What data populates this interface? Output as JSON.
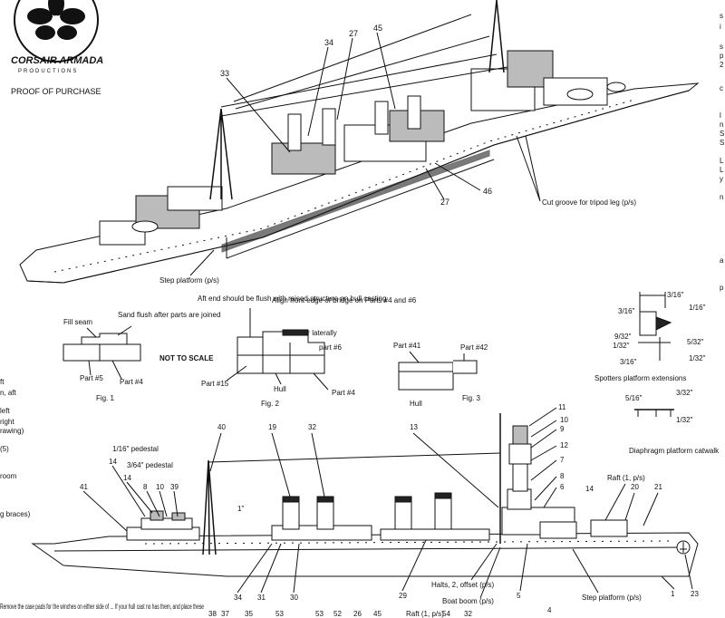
{
  "brand": {
    "name": "CORSAIR ARMADA",
    "sub": "PRODUCTIONS",
    "proof": "PROOF OF PURCHASE"
  },
  "top_view": {
    "callouts": [
      "34",
      "27",
      "45",
      "33",
      "46",
      "27"
    ],
    "cut_groove": "Cut groove for tripod leg (p/s)",
    "step_platform": "Step platform (p/s)"
  },
  "fig1": {
    "fill_seam": "Fill seam",
    "sand_flush": "Sand flush after parts are joined",
    "part5": "Part #5",
    "part4": "Part #4",
    "caption": "Fig. 1"
  },
  "not_to_scale": "NOT TO SCALE",
  "fig2": {
    "aft_end": "Aft end should be flush with raised structure on hull casting",
    "align": "Align front edge of bridge on Parts #4 and #6",
    "center": "Center laterally",
    "part6": "part #6",
    "part15": "Part #15",
    "hull": "Hull",
    "part4": "Part #4",
    "caption": "Fig. 2"
  },
  "fig3": {
    "part41": "Part #41",
    "part42": "Part #42",
    "hull": "Hull",
    "caption": "Fig. 3"
  },
  "spotters": {
    "d1": "3/16\"",
    "d2": "3/16\"",
    "d3": "1/16\"",
    "d4": "9/32\"",
    "d5": "5/32\"",
    "d6": "1/32\"",
    "d7": "1/32\"",
    "d8": "3/16\"",
    "title": "Spotters platform extensions",
    "d9": "5/16\"",
    "d10": "3/32\"",
    "d11": "1/32\""
  },
  "left_fragments": [
    "ft",
    "n, aft",
    "left",
    "right",
    "rawing)",
    "(5)",
    "room",
    "g braces)"
  ],
  "right_fragments": [
    "s",
    "i",
    "s",
    "p",
    "2",
    "c",
    "l",
    "n",
    "S",
    "S",
    "L",
    "L",
    "y",
    "n",
    "a",
    "p"
  ],
  "side_view": {
    "top_callouts": [
      "40",
      "19",
      "32",
      "13",
      "11",
      "10",
      "9",
      "12",
      "7",
      "8",
      "6",
      "14"
    ],
    "left_callouts": [
      "14",
      "14",
      "8",
      "10",
      "39",
      "41"
    ],
    "pedestal1": "1/16\" pedestal",
    "pedestal2": "3/64\" pedestal",
    "one_inch": "1\"",
    "diaphragm": "Diaphragm platform catwalk",
    "raft_top": "Raft (1, p/s)",
    "raft_nums": [
      "20",
      "21"
    ],
    "bottom_callouts": [
      "34",
      "31",
      "30",
      "29",
      "5",
      "1",
      "23"
    ],
    "halts": "Halts, 2, offset (p/s)",
    "boat_boom": "Boat boom (p/s)",
    "step_platform": "Step platform (p/s)",
    "bottom_row": [
      "38",
      "37",
      "35",
      "53",
      "53",
      "52",
      "26",
      "45",
      "54",
      "32",
      "4"
    ],
    "raft_bottom": "Raft (1, p/s)"
  },
  "footer_text": "Remove the case pads for the winches on either side of ... If your hull cast no has them, and place these"
}
